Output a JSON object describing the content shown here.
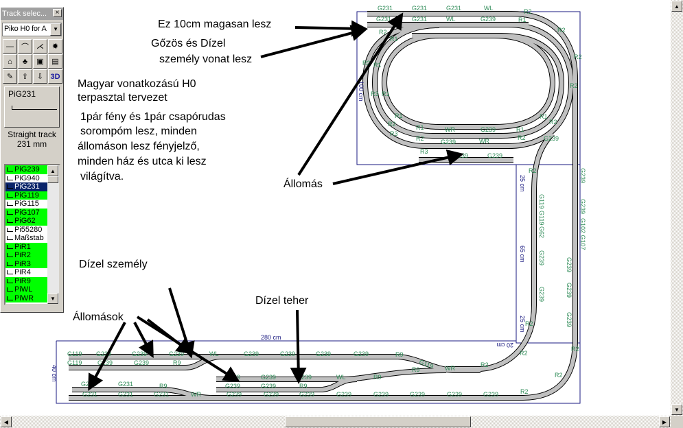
{
  "palette": {
    "title": "Track selec...",
    "close": "×",
    "manufacturer": "Piko H0 for A",
    "tools": [
      "straight-icon",
      "curve-icon",
      "switch-icon",
      "turntable-icon",
      "house-icon",
      "signal-icon",
      "layers-icon",
      "bridge-icon",
      "edit-icon",
      "raise-icon",
      "lower-icon",
      "3D"
    ],
    "preview_name": "PiG231",
    "preview_desc": "Straight track  231 mm",
    "items": [
      {
        "label": "PiG239",
        "color": "#00ff00"
      },
      {
        "label": "PiG940",
        "color": "#ffffff"
      },
      {
        "label": "PiG231",
        "color": "#0a246a",
        "selected": true
      },
      {
        "label": "PiG119",
        "color": "#00ff00"
      },
      {
        "label": "PiG115",
        "color": "#ffffff"
      },
      {
        "label": "PiG107",
        "color": "#00ff00"
      },
      {
        "label": "PiG62",
        "color": "#00ff00"
      },
      {
        "label": "Pi55280",
        "color": "#ffffff"
      },
      {
        "label": "Maßstab",
        "color": "#ffffff"
      },
      {
        "label": "PiR1",
        "color": "#00ff00"
      },
      {
        "label": "PiR2",
        "color": "#00ff00"
      },
      {
        "label": "PiR3",
        "color": "#00ff00"
      },
      {
        "label": "PiR4",
        "color": "#ffffff"
      },
      {
        "label": "PiR9",
        "color": "#00ff00"
      },
      {
        "label": "PiWL",
        "color": "#00ff00"
      },
      {
        "label": "PiWR",
        "color": "#00ff00"
      }
    ]
  },
  "notes": {
    "height": "Ez 10cm magasan lesz",
    "trains1": "Gőzös és Dízel",
    "trains2": "személy vonat lesz",
    "title1": "Magyar vonatkozású H0",
    "title2": "terpasztal tervezet",
    "desc1": "1pár fény és 1pár csapórudas",
    "desc2": "sorompóm lesz, minden",
    "desc3": "állomáson lesz fényjelző,",
    "desc4": "minden ház és utca ki lesz",
    "desc5": "világítva.",
    "station": "Állomás",
    "diesel_passenger": "Dízel személy",
    "diesel_freight": "Dízel teher",
    "stations": "Állomások"
  },
  "dimensions": [
    "100 cm",
    "25 cm",
    "65 cm",
    "25 cm",
    "280 cm",
    "20 cm",
    "40 cm"
  ],
  "track_labels": [
    "G231",
    "G231",
    "G231",
    "WL",
    "R2",
    "G231",
    "G231",
    "WL",
    "G239",
    "R1",
    "R2",
    "R2",
    "R2",
    "R2",
    "R1",
    "R2",
    "R1",
    "R3",
    "R1",
    "R1",
    "R2",
    "R3",
    "R1",
    "WR",
    "G239",
    "R1",
    "R2",
    "G239",
    "WR",
    "R2",
    "R3",
    "G239",
    "G239",
    "R1",
    "R2",
    "G239",
    "G239",
    "G239",
    "G102 G107",
    "G239",
    "G239",
    "G239",
    "R2",
    "G119",
    "G119",
    "G62",
    "G239",
    "G239",
    "R2",
    "G119",
    "G239",
    "G239",
    "G239",
    "WL",
    "G239",
    "G239",
    "G239",
    "G239",
    "R9",
    "G119",
    "WR",
    "R2",
    "R2",
    "G119",
    "G239",
    "G239",
    "R9",
    "G239",
    "G239",
    "G239",
    "WL",
    "R9",
    "R9",
    "G239",
    "G239",
    "R9",
    "G231",
    "G231",
    "R9",
    "G231",
    "G231",
    "G231",
    "WR",
    "G239",
    "G239",
    "G239",
    "G239",
    "G239",
    "G239",
    "G239",
    "G239",
    "R2",
    "R2",
    "R2"
  ],
  "colors": {
    "track": "#c0c0c0",
    "label": "#2e8b57",
    "dimension": "#1a1a80"
  }
}
